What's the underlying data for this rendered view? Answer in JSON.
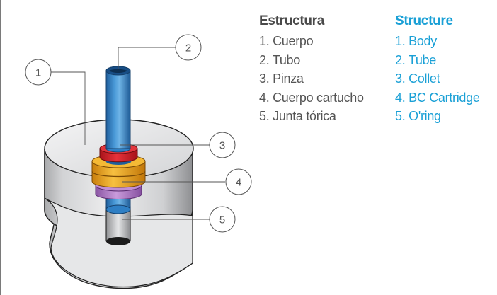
{
  "legend_es": {
    "heading": "Estructura",
    "items": [
      "1. Cuerpo",
      "2. Tubo",
      "3. Pinza",
      "4. Cuerpo cartucho",
      "5. Junta tórica"
    ]
  },
  "legend_en": {
    "heading": "Structure",
    "items": [
      "1. Body",
      "2. Tube",
      "3. Collet",
      "4. BC Cartridge",
      "5. O'ring"
    ]
  },
  "callouts": [
    "1",
    "2",
    "3",
    "4",
    "5"
  ],
  "colors": {
    "spanish_text": "#555555",
    "english_text": "#1aa0d6",
    "tube": "#2f7fc4",
    "collet": "#d8232a",
    "cartridge": "#f2a51a",
    "oring": "#b57cc8",
    "body": "#d9dadb"
  }
}
